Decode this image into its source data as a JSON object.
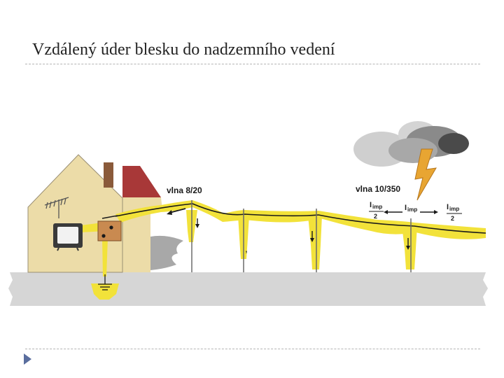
{
  "slide": {
    "title": "Vzdálený úder blesku do nadzemního vedení"
  },
  "diagram": {
    "labels": {
      "wave_short": "vlna 8/20",
      "wave_long": "vlna 10/350",
      "current_symbol": "I",
      "current_subscript": "imp",
      "divisor": "2"
    },
    "icons": [
      "cloud-icon",
      "lightning-bolt-icon",
      "house-icon",
      "antenna-icon",
      "television-icon",
      "ground-icon"
    ],
    "colors": {
      "surge": "#f2e23a",
      "house_wall": "#ecdca8",
      "roof": "#a83838",
      "ground": "#d6d6d6",
      "footer_arrow": "#5a6e9e"
    }
  }
}
